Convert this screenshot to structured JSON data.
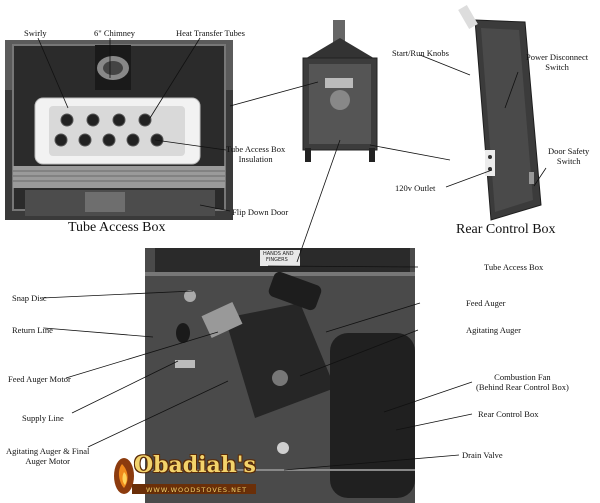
{
  "captions": {
    "tube_access_box": "Tube Access Box",
    "rear_control_box": "Rear Control Box"
  },
  "labels": {
    "swirly": "Swirly",
    "chimney": "6\" Chimney",
    "heat_transfer_tubes": "Heat Transfer Tubes",
    "tube_access_box_insulation_1": "Tube Access Box",
    "tube_access_box_insulation_2": "Insulation",
    "flip_down_door": "Flip Down Door",
    "start_run_knobs": "Start/Run Knobs",
    "power_disconnect_1": "Power Disconnect",
    "power_disconnect_2": "Switch",
    "door_safety_1": "Door Safety",
    "door_safety_2": "Switch",
    "outlet_120v": "120v Outlet",
    "tube_access_box_b": "Tube Access Box",
    "snap_disc": "Snap Disc",
    "feed_auger": "Feed Auger",
    "return_line": "Return Line",
    "agitating_auger": "Agitating Auger",
    "feed_auger_motor": "Feed Auger Motor",
    "combustion_fan_1": "Combustion Fan",
    "combustion_fan_2": "(Behind Rear Control Box)",
    "supply_line": "Supply Line",
    "rear_control_box_b": "Rear Control Box",
    "agitating_final_1": "Agitating Auger & Final",
    "agitating_final_2": "Auger Motor",
    "drain_valve": "Drain Valve",
    "hands_sticker_1": "HANDS AND",
    "hands_sticker_2": "FINGERS"
  },
  "logo": {
    "name": "Obadiah's",
    "url": "WWW.WOODSTOVES.NET"
  }
}
